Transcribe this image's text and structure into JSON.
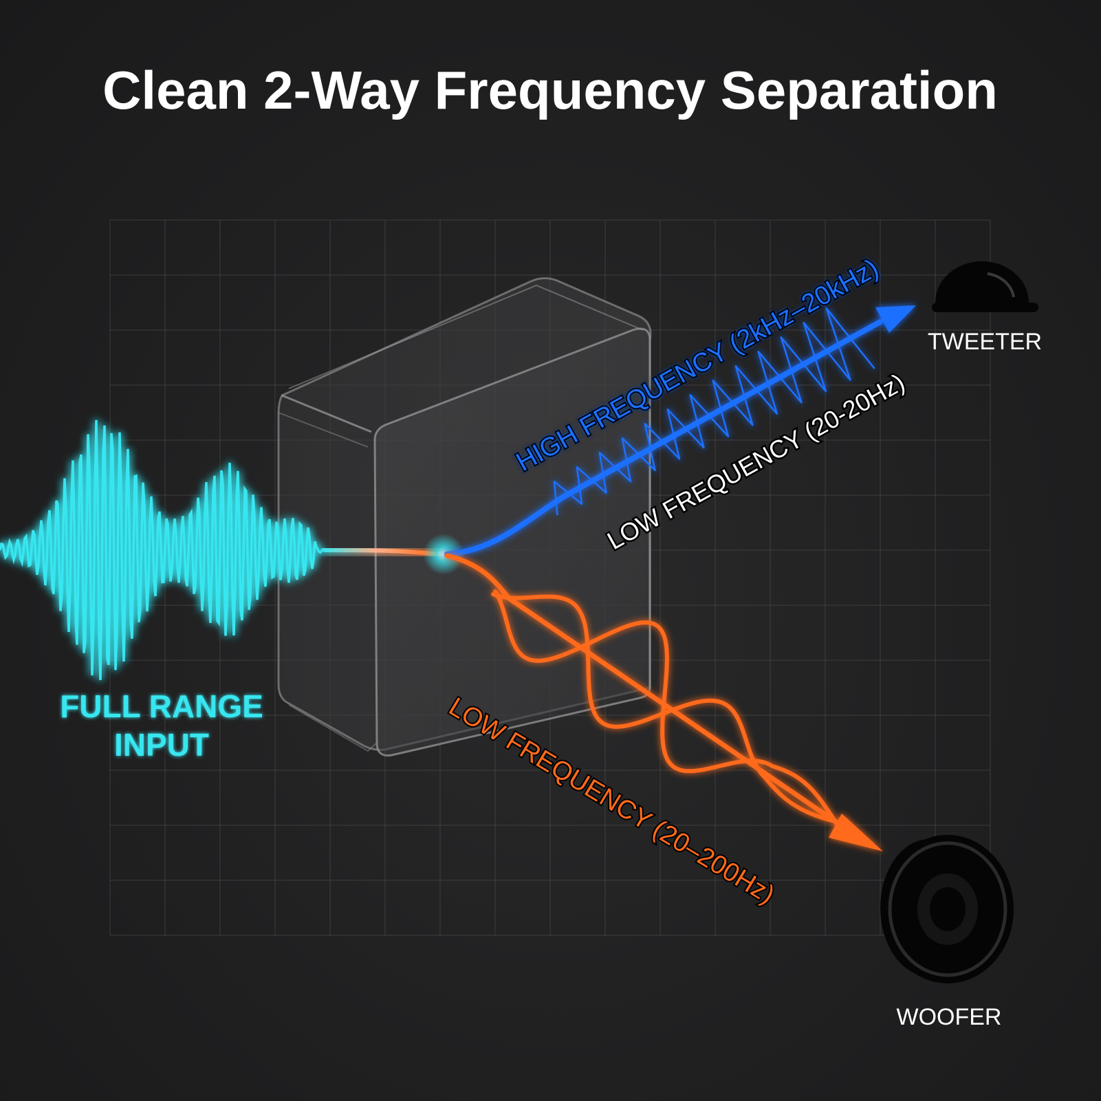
{
  "title": "Clean 2-Way Frequency Separation",
  "input": {
    "line1": "FULL RANGE",
    "line2": "INPUT"
  },
  "high_band": {
    "label": "HIGH FREQUENCY (2kHz–20kHz)"
  },
  "low_band": {
    "label": "LOW FREQUENCY (20–200Hz)"
  },
  "mislabel": {
    "label": "LOW FREQUENCY (20-20Hz)"
  },
  "tweeter": {
    "label": "TWEETER",
    "icon": "tweeter-dome-icon"
  },
  "woofer": {
    "label": "WOOFER",
    "icon": "woofer-speaker-icon"
  },
  "crossover": {
    "icon": "crossover-box-icon"
  },
  "colors": {
    "background": "#1f1f20",
    "title": "#ffffff",
    "input": "#39e6f0",
    "high": "#1f6fff",
    "low": "#ff6a1a",
    "label_white": "#ffffff",
    "grid": "#5a5a5a"
  }
}
